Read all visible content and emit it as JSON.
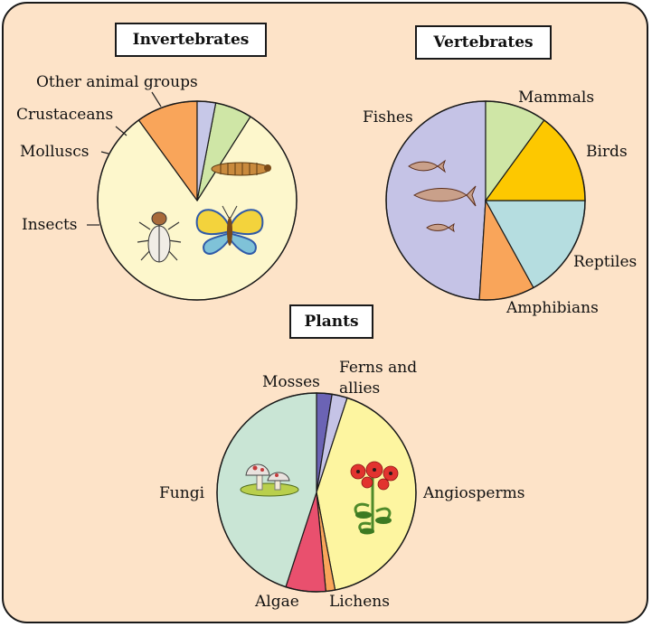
{
  "chart_data": [
    {
      "type": "pie",
      "title": "Invertebrates",
      "categories": [
        "Insects",
        "Molluscs",
        "Crustaceans",
        "Other animal groups"
      ],
      "values": [
        81,
        6,
        3,
        10
      ],
      "colors": [
        "#fdf7cc",
        "#cfe6a6",
        "#c7c8e8",
        "#f9a55a"
      ],
      "start_category": "Other animal groups"
    },
    {
      "type": "pie",
      "title": "Vertebrates",
      "categories": [
        "Fishes",
        "Mammals",
        "Birds",
        "Reptiles",
        "Amphibians"
      ],
      "values": [
        49,
        9,
        17,
        15,
        10
      ],
      "colors": [
        "#c5c3e6",
        "#f9a55a",
        "#b5dde0",
        "#fdc800",
        "#cfe6a6"
      ],
      "start_category": "Fishes"
    },
    {
      "type": "pie",
      "title": "Plants",
      "categories": [
        "Mosses",
        "Ferns and allies",
        "Angiosperms",
        "Lichens",
        "Algae",
        "Fungi"
      ],
      "values": [
        2.5,
        2.5,
        42,
        1.5,
        6.5,
        45
      ],
      "colors": [
        "#6b63b5",
        "#c5c3e6",
        "#fdf5a0",
        "#f9a55a",
        "#e9506e",
        "#c9e5d5"
      ],
      "start_category": "Mosses"
    }
  ],
  "labels": {
    "invertebrates": {
      "other": "Other animal groups",
      "crustaceans": "Crustaceans",
      "molluscs": "Molluscs",
      "insects": "Insects"
    },
    "vertebrates": {
      "fishes": "Fishes",
      "mammals": "Mammals",
      "birds": "Birds",
      "reptiles": "Reptiles",
      "amphibians": "Amphibians"
    },
    "plants": {
      "mosses": "Mosses",
      "ferns_line1": "Ferns and",
      "ferns_line2": "allies",
      "angiosperms": "Angiosperms",
      "lichens": "Lichens",
      "algae": "Algae",
      "fungi": "Fungi"
    }
  },
  "icons": [
    "caterpillar-icon",
    "beetle-icon",
    "butterfly-icon",
    "fish-icon",
    "mushroom-icon",
    "poppy-flower-icon"
  ]
}
